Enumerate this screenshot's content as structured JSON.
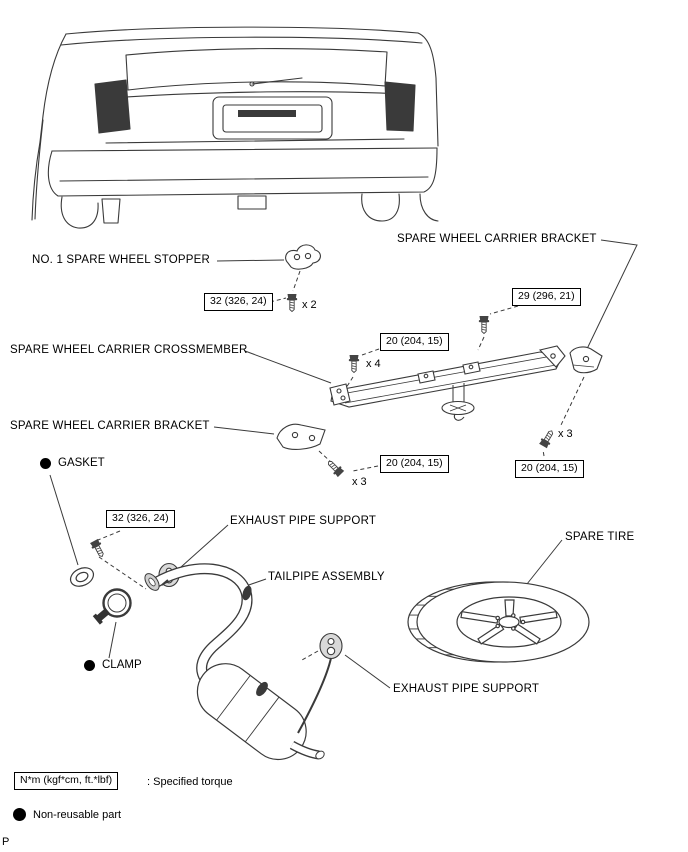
{
  "figure": {
    "part_labels": {
      "stopper": "NO. 1 SPARE WHEEL STOPPER",
      "carrier_bracket_top": "SPARE WHEEL CARRIER BRACKET",
      "crossmember": "SPARE WHEEL CARRIER CROSSMEMBER",
      "carrier_bracket_left": "SPARE WHEEL CARRIER BRACKET",
      "gasket": "GASKET",
      "exhaust_pipe_support_upper": "EXHAUST PIPE SUPPORT",
      "tailpipe_assembly": "TAILPIPE ASSEMBLY",
      "spare_tire": "SPARE TIRE",
      "clamp": "CLAMP",
      "exhaust_pipe_support_lower": "EXHAUST PIPE SUPPORT"
    },
    "torque_specs": {
      "stopper_bolts": {
        "value": "32 (326, 24)",
        "count": "x 2"
      },
      "carrier_bolt_upper": {
        "value": "29 (296, 21)"
      },
      "crossmember_bolts": {
        "value": "20 (204, 15)",
        "count": "x 4"
      },
      "bracket_bolts_mid": {
        "value": "20 (204, 15)",
        "count": "x 3"
      },
      "bracket_bolts_right": {
        "value": "20 (204, 15)",
        "count": "x 3"
      },
      "flange_bolt": {
        "value": "32 (326, 24)"
      }
    }
  },
  "legend": {
    "torque_symbol": "N*m (kgf*cm, ft.*lbf)",
    "torque_meaning": ": Specified torque",
    "non_reusable": "Non-reusable part"
  },
  "page": {
    "marker": "P"
  }
}
